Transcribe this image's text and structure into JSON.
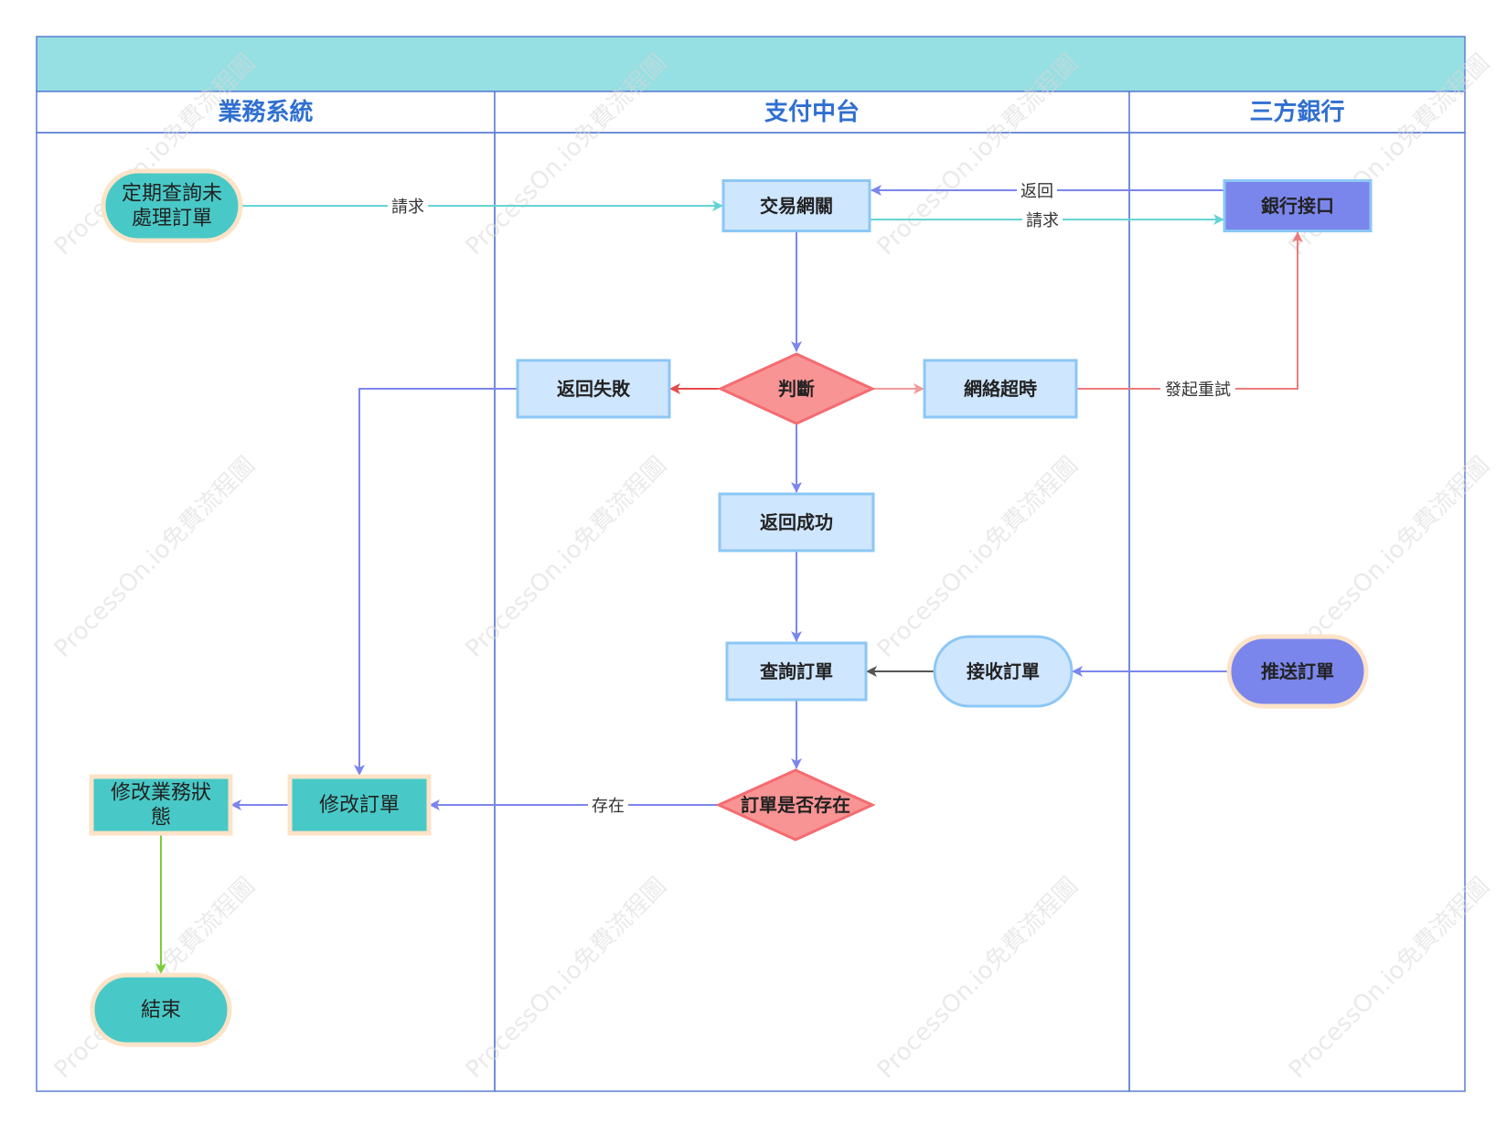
{
  "colors": {
    "header_band": "#96dfe3",
    "lane_border": "#5b7fd1",
    "lane_title": "#2f6fd0",
    "teal_fill": "#48c9c7",
    "teal_border": "#fde3c7",
    "blue_fill": "#cfe6ff",
    "blue_border": "#8cc7f5",
    "purple_fill": "#7b86ec",
    "red_fill": "#f99494",
    "red_border": "#f36c72",
    "edge_purple": "#7b86ec",
    "edge_teal": "#66d4d4",
    "edge_red": "#e64b4b",
    "edge_pink": "#f39a9a",
    "edge_coral": "#ee7b7b",
    "edge_dark": "#555555",
    "edge_green": "#79cf3a"
  },
  "lanes": [
    {
      "id": "lane-business",
      "title": "業務系統"
    },
    {
      "id": "lane-payment",
      "title": "支付中台"
    },
    {
      "id": "lane-bank",
      "title": "三方銀行"
    }
  ],
  "nodes": [
    {
      "id": "n-periodic",
      "lines": [
        "定期查詢未",
        "處理訂單"
      ],
      "shape": "stadium",
      "style": "teal",
      "bold": false
    },
    {
      "id": "n-gateway",
      "lines": [
        "交易網關"
      ],
      "shape": "rect",
      "style": "blue",
      "bold": true
    },
    {
      "id": "n-bank-api",
      "lines": [
        "銀行接口"
      ],
      "shape": "rect",
      "style": "purple",
      "bold": true
    },
    {
      "id": "n-judge",
      "lines": [
        "判斷"
      ],
      "shape": "diamond",
      "style": "red",
      "bold": true
    },
    {
      "id": "n-fail",
      "lines": [
        "返回失敗"
      ],
      "shape": "rect",
      "style": "blue",
      "bold": true
    },
    {
      "id": "n-timeout",
      "lines": [
        "網絡超時"
      ],
      "shape": "rect",
      "style": "blue",
      "bold": true
    },
    {
      "id": "n-success",
      "lines": [
        "返回成功"
      ],
      "shape": "rect",
      "style": "blue",
      "bold": true
    },
    {
      "id": "n-query",
      "lines": [
        "查詢訂單"
      ],
      "shape": "rect",
      "style": "blue",
      "bold": true
    },
    {
      "id": "n-receive",
      "lines": [
        "接收訂單"
      ],
      "shape": "stadium",
      "style": "blue",
      "bold": true
    },
    {
      "id": "n-push",
      "lines": [
        "推送訂單"
      ],
      "shape": "stadium",
      "style": "purple",
      "bold": true
    },
    {
      "id": "n-exists",
      "lines": [
        "訂單是否存在"
      ],
      "shape": "diamond",
      "style": "red",
      "bold": true
    },
    {
      "id": "n-modify-order",
      "lines": [
        "修改訂單"
      ],
      "shape": "rect",
      "style": "teal",
      "bold": false
    },
    {
      "id": "n-modify-status",
      "lines": [
        "修改業務狀",
        "態"
      ],
      "shape": "rect",
      "style": "teal",
      "bold": false
    },
    {
      "id": "n-end",
      "lines": [
        "結束"
      ],
      "shape": "stadium",
      "style": "teal",
      "bold": false
    }
  ],
  "edges": [
    {
      "id": "e-periodic-gateway",
      "from": "n-periodic",
      "to": "n-gateway",
      "label": "請求",
      "color": "edge_teal"
    },
    {
      "id": "e-bank-return",
      "from": "n-bank-api",
      "to": "n-gateway",
      "label": "返回",
      "color": "edge_purple"
    },
    {
      "id": "e-gateway-request",
      "from": "n-gateway",
      "to": "n-bank-api",
      "label": "請求",
      "color": "edge_teal"
    },
    {
      "id": "e-gateway-judge",
      "from": "n-gateway",
      "to": "n-judge",
      "label": "",
      "color": "edge_purple"
    },
    {
      "id": "e-judge-fail",
      "from": "n-judge",
      "to": "n-fail",
      "label": "",
      "color": "edge_red"
    },
    {
      "id": "e-judge-timeout",
      "from": "n-judge",
      "to": "n-timeout",
      "label": "",
      "color": "edge_pink"
    },
    {
      "id": "e-timeout-retry",
      "from": "n-timeout",
      "to": "n-bank-api",
      "label": "發起重試",
      "color": "edge_coral"
    },
    {
      "id": "e-judge-success",
      "from": "n-judge",
      "to": "n-success",
      "label": "",
      "color": "edge_purple"
    },
    {
      "id": "e-fail-modify",
      "from": "n-fail",
      "to": "n-modify-order",
      "label": "",
      "color": "edge_purple"
    },
    {
      "id": "e-success-query",
      "from": "n-success",
      "to": "n-query",
      "label": "",
      "color": "edge_purple"
    },
    {
      "id": "e-push-receive",
      "from": "n-push",
      "to": "n-receive",
      "label": "",
      "color": "edge_purple"
    },
    {
      "id": "e-receive-query",
      "from": "n-receive",
      "to": "n-query",
      "label": "",
      "color": "edge_dark"
    },
    {
      "id": "e-query-exists",
      "from": "n-query",
      "to": "n-exists",
      "label": "",
      "color": "edge_purple"
    },
    {
      "id": "e-exists-modify",
      "from": "n-exists",
      "to": "n-modify-order",
      "label": "存在",
      "color": "edge_purple"
    },
    {
      "id": "e-modify-status",
      "from": "n-modify-order",
      "to": "n-modify-status",
      "label": "",
      "color": "edge_purple"
    },
    {
      "id": "e-status-end",
      "from": "n-modify-status",
      "to": "n-end",
      "label": "",
      "color": "edge_green"
    }
  ],
  "watermark": {
    "text": "ProcessOn.io免費流程圖"
  }
}
